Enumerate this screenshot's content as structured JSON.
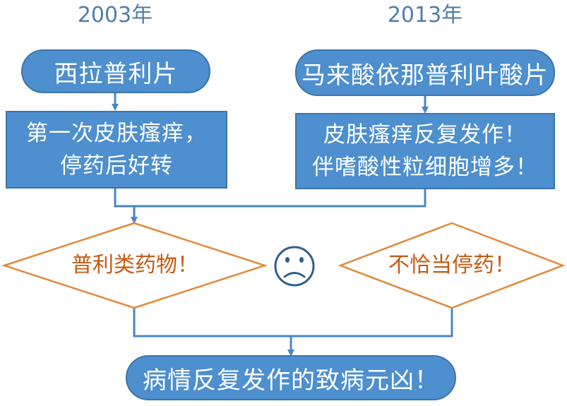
{
  "years": {
    "left": "2003年",
    "right": "2013年"
  },
  "drugs": {
    "left": "西拉普利片",
    "right": "马来酸依那普利叶酸片"
  },
  "reactions": {
    "left": [
      "第一次皮肤瘙痒，",
      "停药后好转"
    ],
    "right": [
      "皮肤瘙痒反复发作！",
      "伴嗜酸性粒细胞增多！"
    ]
  },
  "causes": {
    "left": "普利类药物！",
    "right": "不恰当停药！"
  },
  "face_icon": "sad-face-icon",
  "conclusion": "病情反复发作的致病元凶！",
  "colors": {
    "box_fill": "#4d8fcf",
    "box_border": "#3d74a8",
    "diamond_border": "#e08a3c",
    "diamond_text": "#c55a11",
    "year_text": "#4f7fa6"
  }
}
